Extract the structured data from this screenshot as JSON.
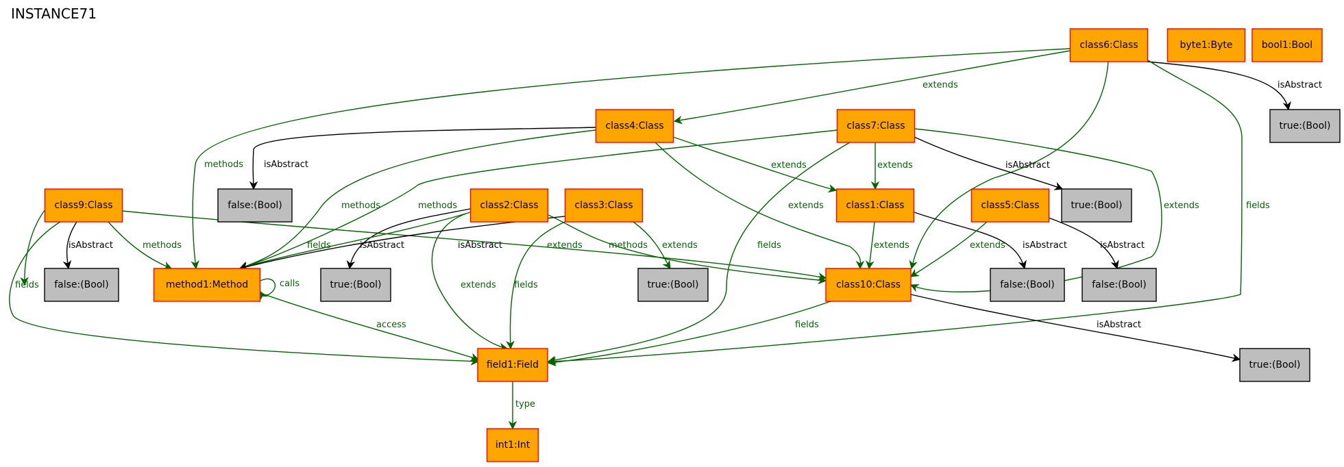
{
  "title": "INSTANCE71",
  "colors": {
    "class_fill": "#ffa500",
    "class_stroke": "#ff0000",
    "value_fill": "#bebebe",
    "value_stroke": "#000000",
    "green_edge": "#006400",
    "black_edge": "#000000"
  },
  "nodes": [
    {
      "id": "class6",
      "label": "class6:Class",
      "kind": "class"
    },
    {
      "id": "byte1",
      "label": "byte1:Byte",
      "kind": "class"
    },
    {
      "id": "bool1",
      "label": "bool1:Bool",
      "kind": "class"
    },
    {
      "id": "true_a",
      "label": "true:(Bool)",
      "kind": "value"
    },
    {
      "id": "class4",
      "label": "class4:Class",
      "kind": "class"
    },
    {
      "id": "class7",
      "label": "class7:Class",
      "kind": "class"
    },
    {
      "id": "false_a",
      "label": "false:(Bool)",
      "kind": "value"
    },
    {
      "id": "class1",
      "label": "class1:Class",
      "kind": "class"
    },
    {
      "id": "class5",
      "label": "class5:Class",
      "kind": "class"
    },
    {
      "id": "true_b",
      "label": "true:(Bool)",
      "kind": "value"
    },
    {
      "id": "class9",
      "label": "class9:Class",
      "kind": "class"
    },
    {
      "id": "class2",
      "label": "class2:Class",
      "kind": "class"
    },
    {
      "id": "class3",
      "label": "class3:Class",
      "kind": "class"
    },
    {
      "id": "false_b",
      "label": "false:(Bool)",
      "kind": "value"
    },
    {
      "id": "method1",
      "label": "method1:Method",
      "kind": "class"
    },
    {
      "id": "true_c",
      "label": "true:(Bool)",
      "kind": "value"
    },
    {
      "id": "true_d",
      "label": "true:(Bool)",
      "kind": "value"
    },
    {
      "id": "class10",
      "label": "class10:Class",
      "kind": "class"
    },
    {
      "id": "false_c",
      "label": "false:(Bool)",
      "kind": "value"
    },
    {
      "id": "false_d",
      "label": "false:(Bool)",
      "kind": "value"
    },
    {
      "id": "true_e",
      "label": "true:(Bool)",
      "kind": "value"
    },
    {
      "id": "field1",
      "label": "field1:Field",
      "kind": "class"
    },
    {
      "id": "int1",
      "label": "int1:Int",
      "kind": "class"
    }
  ],
  "edges": [
    {
      "id": "e1",
      "label": "extends",
      "color": "green"
    },
    {
      "id": "e2",
      "label": "methods",
      "color": "green"
    },
    {
      "id": "e3",
      "label": "isAbstract",
      "color": "black"
    },
    {
      "id": "e4",
      "label": "fields",
      "color": "green"
    },
    {
      "id": "e5",
      "label": "extends",
      "color": "green"
    },
    {
      "id": "e6",
      "label": "isAbstract",
      "color": "black"
    },
    {
      "id": "e7",
      "label": "methods",
      "color": "green"
    },
    {
      "id": "e8",
      "label": "extends",
      "color": "green"
    },
    {
      "id": "e9",
      "label": "extends",
      "color": "green"
    },
    {
      "id": "e10",
      "label": "methods",
      "color": "green"
    },
    {
      "id": "e11",
      "label": "extends",
      "color": "green"
    },
    {
      "id": "e12",
      "label": "isAbstract",
      "color": "black"
    },
    {
      "id": "e13",
      "label": "extends",
      "color": "green"
    },
    {
      "id": "e14",
      "label": "fields",
      "color": "green"
    },
    {
      "id": "e15",
      "label": "extends",
      "color": "green"
    },
    {
      "id": "e16",
      "label": "isAbstract",
      "color": "black"
    },
    {
      "id": "e17",
      "label": "extends",
      "color": "green"
    },
    {
      "id": "e18",
      "label": "isAbstract",
      "color": "black"
    },
    {
      "id": "e19",
      "label": "methods",
      "color": "green"
    },
    {
      "id": "e20",
      "label": "isAbstract",
      "color": "black"
    },
    {
      "id": "e21",
      "label": "fields",
      "color": "green"
    },
    {
      "id": "e22",
      "label": "extends",
      "color": "green"
    },
    {
      "id": "e23",
      "label": "methods",
      "color": "green"
    },
    {
      "id": "e24",
      "label": "isAbstract",
      "color": "black"
    },
    {
      "id": "e25",
      "label": "fields",
      "color": "green"
    },
    {
      "id": "e26",
      "label": "extends",
      "color": "green"
    },
    {
      "id": "e27",
      "label": "methods",
      "color": "green"
    },
    {
      "id": "e28",
      "label": "isAbstract",
      "color": "black"
    },
    {
      "id": "e29",
      "label": "fields",
      "color": "green"
    },
    {
      "id": "e30",
      "label": "extends",
      "color": "green"
    },
    {
      "id": "e31",
      "label": "calls",
      "color": "green"
    },
    {
      "id": "e32",
      "label": "access",
      "color": "green"
    },
    {
      "id": "e33",
      "label": "fields",
      "color": "green"
    },
    {
      "id": "e34",
      "label": "isAbstract",
      "color": "black"
    },
    {
      "id": "e35",
      "label": "type",
      "color": "green"
    }
  ]
}
